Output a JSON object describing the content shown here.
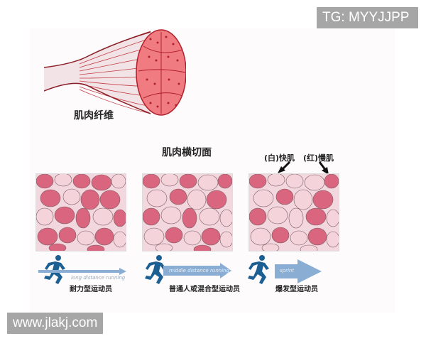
{
  "watermarks": {
    "top_right": "TG: MYYJJPP",
    "bottom_left": "www.jlakj.com"
  },
  "diagram": {
    "fiber_label": "肌肉纤维",
    "cross_section_title": "肌肉横切面",
    "fast_twitch_label": "(白)快肌",
    "slow_twitch_label": "(红)慢肌",
    "colors": {
      "slow_fiber": "#d9667e",
      "fast_fiber": "#f5d3da",
      "background_tissue": "#f3d7de",
      "fiber_bundle": "#e0505a",
      "arrow_blue": "#6a9bd0",
      "runner": "#1c5f93"
    },
    "panels": [
      {
        "arrow_text": "long distance running",
        "caption": "耐力型运动员"
      },
      {
        "arrow_text": "middle distance running",
        "caption": "普通人或混合型运动员"
      },
      {
        "arrow_text": "sprint",
        "caption": "爆发型运动员"
      }
    ]
  }
}
